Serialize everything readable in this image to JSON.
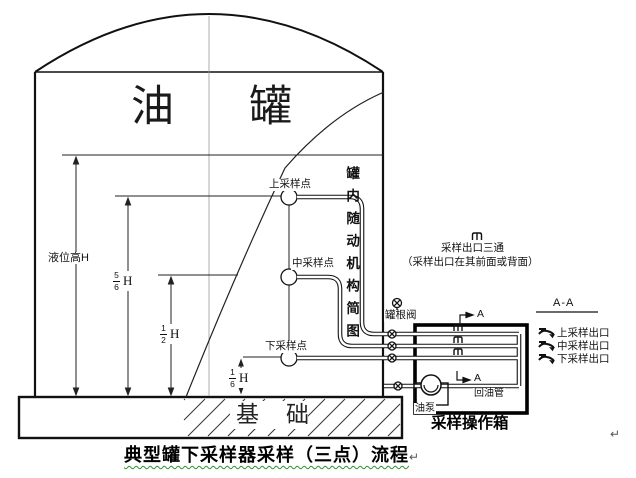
{
  "diagram_title": {
    "text": "典型罐下采样器采样（三点）流程",
    "return_mark": "↵"
  },
  "tank": {
    "name": "油　罐",
    "mechanism_label": "罐内随动机构简图",
    "foundation_label": "基　础"
  },
  "levels": {
    "liquid_height_label": "液位高H",
    "upper_frac": {
      "num": "5",
      "den": "6",
      "unit": "H"
    },
    "middle_frac": {
      "num": "1",
      "den": "2",
      "unit": "H"
    },
    "lower_frac": {
      "num": "1",
      "den": "6",
      "unit": "H"
    }
  },
  "sampling_points": {
    "upper": "上采样点",
    "middle": "中采样点",
    "lower": "下采样点"
  },
  "tee_note": {
    "title": "采样出口三通",
    "subtitle": "（采样出口在其前面或背面）"
  },
  "root_valve_label": "罐根阀",
  "operation_box": {
    "label": "采样操作箱",
    "pump_label": "油泵",
    "return_pipe_label": "回油管",
    "flow_marker": "A"
  },
  "section_view": {
    "title": "A-A",
    "outlets": [
      {
        "label": "上采样出口"
      },
      {
        "label": "中采样出口"
      },
      {
        "label": "下采样出口"
      }
    ]
  },
  "icons": {
    "tee": "tee-fitting-icon",
    "valve": "valve-icon",
    "faucet": "faucet-icon",
    "pump": "pump-icon"
  },
  "colors": {
    "line": "#000000",
    "squiggle": "#2f8f2f",
    "centerline": "#9a9a9a"
  }
}
